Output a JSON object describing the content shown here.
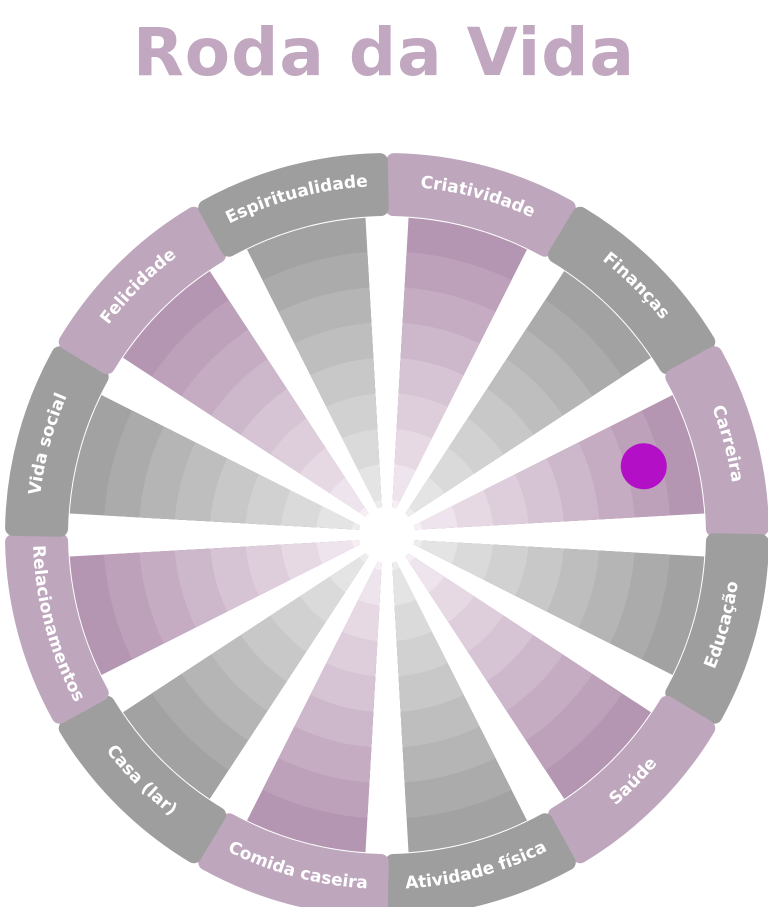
{
  "page": {
    "title": "Roda da Vida"
  },
  "colors": {
    "title": "#c2a7c0",
    "accent": "#bea6bd",
    "neutral": "#9e9e9e",
    "marker": "#b30fc7",
    "accent_ring_outer": "#b596b2",
    "accent_ring_inner": "#f6eff5",
    "neutral_ring_outer": "#a2a2a2",
    "neutral_ring_inner": "#ededed"
  },
  "wheel": {
    "levels": 9,
    "segments": [
      {
        "label": "Criatividade",
        "tone": "accent"
      },
      {
        "label": "Finanças",
        "tone": "neutral"
      },
      {
        "label": "Carreira",
        "tone": "accent"
      },
      {
        "label": "Educação",
        "tone": "neutral"
      },
      {
        "label": "Saúde",
        "tone": "accent"
      },
      {
        "label": "Atividade física",
        "tone": "neutral"
      },
      {
        "label": "Comida caseira",
        "tone": "accent"
      },
      {
        "label": "Casa (lar)",
        "tone": "neutral"
      },
      {
        "label": "Relacionamentos",
        "tone": "accent"
      },
      {
        "label": "Vida social",
        "tone": "neutral"
      },
      {
        "label": "Felicidade",
        "tone": "accent"
      },
      {
        "label": "Espiritualidade",
        "tone": "neutral"
      }
    ],
    "marker": {
      "segment": "Carreira",
      "level": 8
    }
  }
}
